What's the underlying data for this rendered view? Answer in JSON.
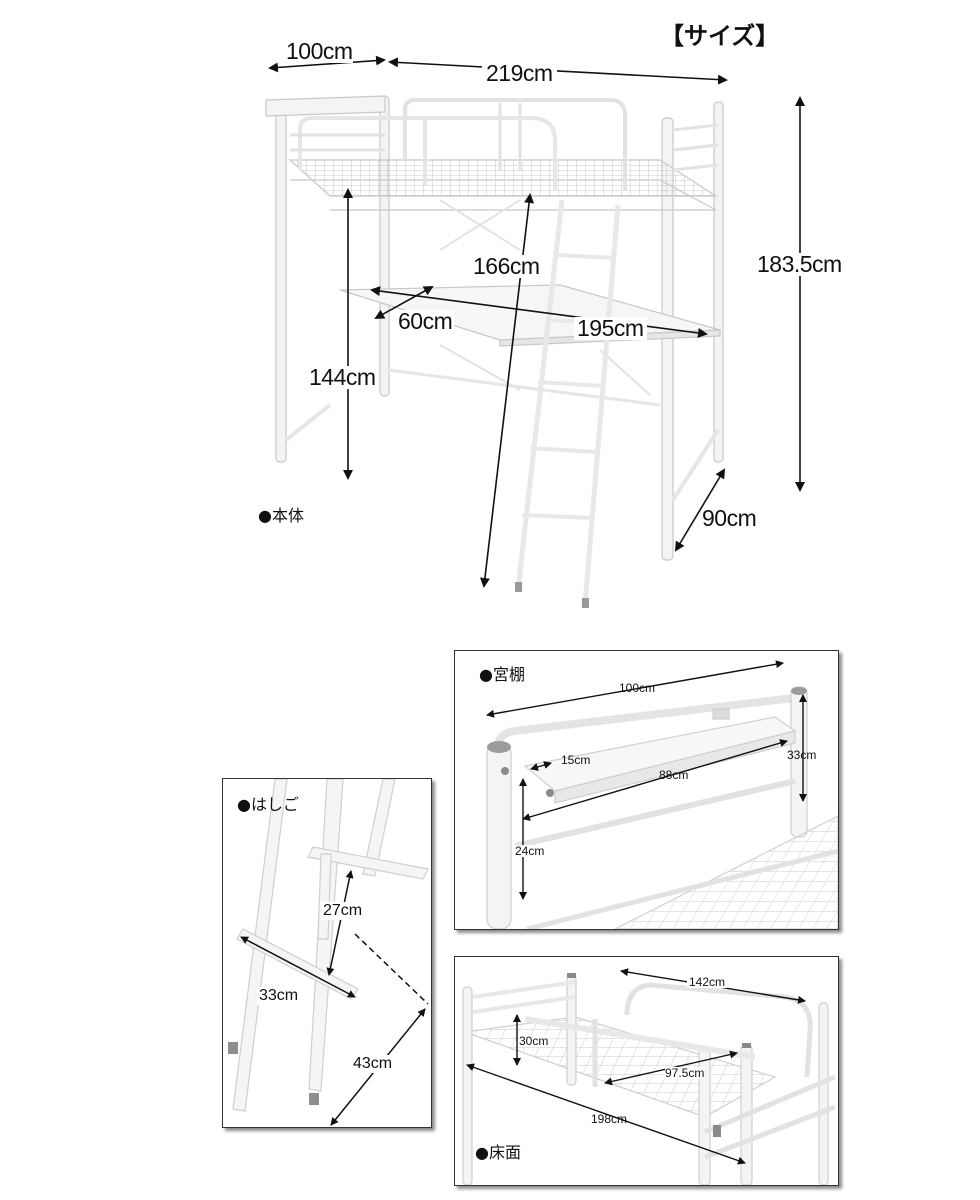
{
  "title": "【サイズ】",
  "main": {
    "caption": "●本体",
    "dims": {
      "shelf_width": "100cm",
      "total_length": "219cm",
      "total_height": "183.5cm",
      "under_height": "166cm",
      "desk_length": "195cm",
      "desk_depth": "60cm",
      "leg_height": "144cm",
      "depth": "90cm"
    }
  },
  "ladder_panel": {
    "caption": "●はしご",
    "dims": {
      "step_pitch": "27cm",
      "step_width": "33cm",
      "base_spread": "43cm"
    }
  },
  "shelf_panel": {
    "caption": "●宮棚",
    "dims": {
      "width": "100cm",
      "depth": "15cm",
      "inner": "88cm",
      "height": "33cm",
      "clearance": "24cm"
    }
  },
  "floor_panel": {
    "caption": "●床面",
    "dims": {
      "guard_length": "142cm",
      "guard_height": "30cm",
      "width": "97.5cm",
      "length": "198cm"
    }
  },
  "colors": {
    "frame": "#f2f2f2",
    "frame_edge": "#c9c9c9",
    "text": "#111111",
    "panel_border": "#333333",
    "foot": "#8a8a8a"
  }
}
